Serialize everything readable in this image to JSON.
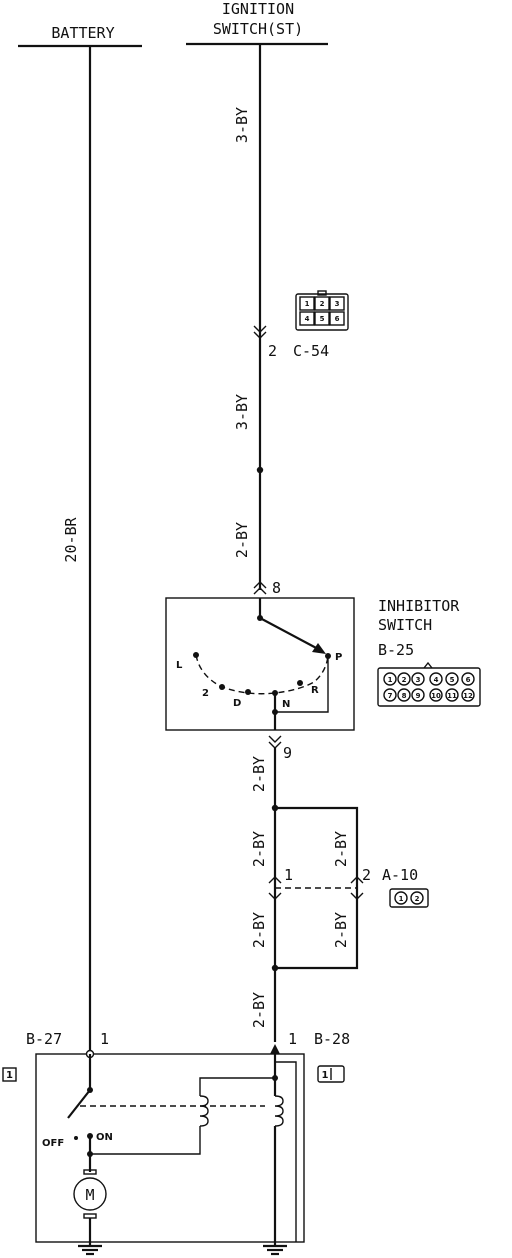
{
  "sources": {
    "battery": "BATTERY",
    "ignition_line1": "IGNITION",
    "ignition_line2": "SWITCH(ST)"
  },
  "wires": {
    "battery_wire": "20-BR",
    "ign_upper": "3-BY",
    "ign_lower": "3-BY",
    "to_inhibitor": "2-BY",
    "from_inhibitor": "2-BY",
    "a10_left_upper": "2-BY",
    "a10_right_upper": "2-BY",
    "a10_left_lower": "2-BY",
    "a10_right_lower": "2-BY",
    "to_b28": "2-BY"
  },
  "connectors": {
    "c54": {
      "pin": "2",
      "name": "C-54",
      "pins": [
        "1",
        "2",
        "3",
        "4",
        "5",
        "6"
      ]
    },
    "a10": {
      "pin_left": "1",
      "pin_right": "2",
      "name": "A-10",
      "pins": [
        "1",
        "2"
      ]
    },
    "b25": {
      "pin_top": "8",
      "pin_bottom": "9",
      "name": "B-25",
      "pins": [
        "1",
        "2",
        "3",
        "4",
        "5",
        "6",
        "7",
        "8",
        "9",
        "10",
        "11",
        "12"
      ]
    },
    "b27": {
      "name": "B-27",
      "pin": "1"
    },
    "b28": {
      "name": "B-28",
      "pin": "1",
      "icon_label": "1"
    }
  },
  "inhibitor": {
    "title_line1": "INHIBITOR",
    "title_line2": "SWITCH",
    "positions": [
      "L",
      "2",
      "D",
      "N",
      "R",
      "P"
    ]
  },
  "relay": {
    "marker": "1",
    "off_label": "OFF",
    "on_label": "ON",
    "motor_label": "M"
  }
}
